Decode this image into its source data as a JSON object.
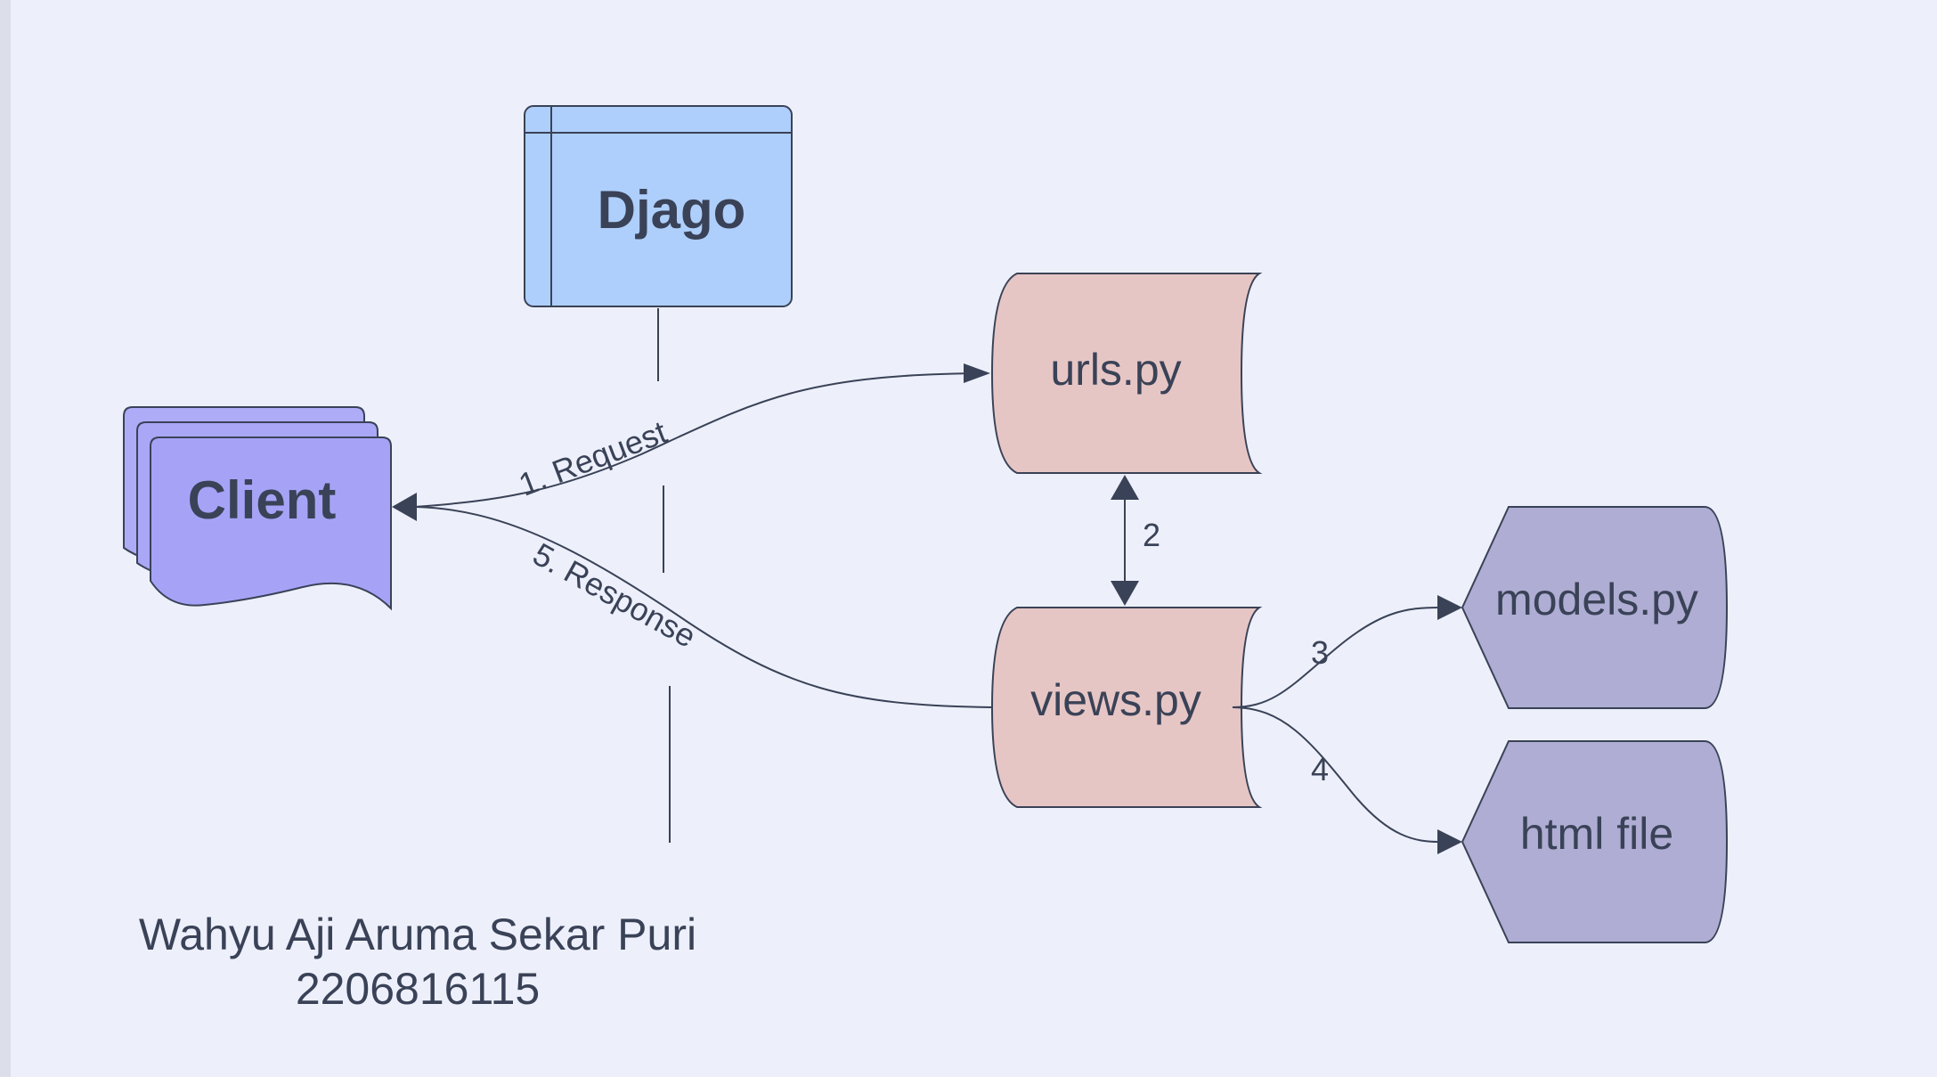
{
  "nodes": {
    "django": "Djago",
    "client": "Client",
    "urls": "urls.py",
    "views": "views.py",
    "models": "models.py",
    "html": "html file"
  },
  "edges": {
    "request": "1.  Request",
    "response": "5.  Response",
    "urls_views": "2",
    "views_models": "3",
    "views_html": "4"
  },
  "author": {
    "name": "Wahyu Aji Aruma Sekar Puri",
    "id": "2206816115"
  },
  "colors": {
    "background": "#edf0fb",
    "django_fill": "#aecffb",
    "client_fill": "#a6a3f7",
    "urls_views_fill": "#e6c6c5",
    "models_html_fill": "#afadd3",
    "stroke": "#3a4257"
  }
}
